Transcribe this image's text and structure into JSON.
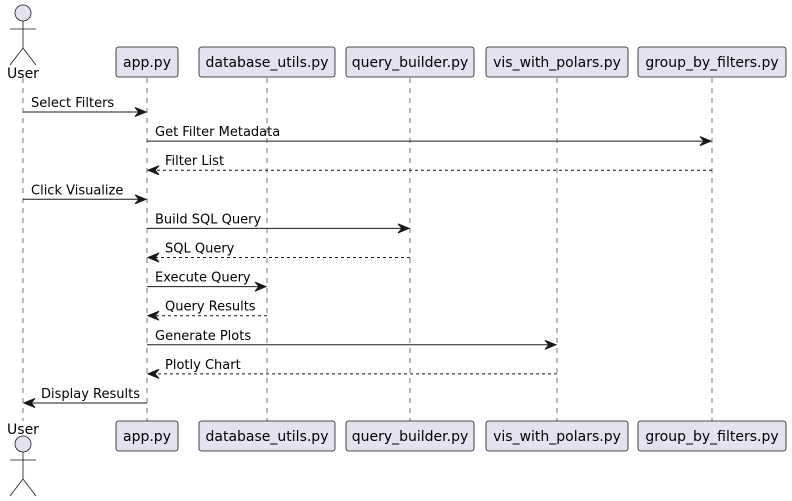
{
  "participants": [
    {
      "id": "user",
      "label": "User",
      "kind": "actor"
    },
    {
      "id": "app",
      "label": "app.py",
      "kind": "participant"
    },
    {
      "id": "db",
      "label": "database_utils.py",
      "kind": "participant"
    },
    {
      "id": "qb",
      "label": "query_builder.py",
      "kind": "participant"
    },
    {
      "id": "vis",
      "label": "vis_with_polars.py",
      "kind": "participant"
    },
    {
      "id": "gbf",
      "label": "group_by_filters.py",
      "kind": "participant"
    }
  ],
  "messages": [
    {
      "from": "user",
      "to": "app",
      "label": "Select Filters",
      "type": "sync"
    },
    {
      "from": "app",
      "to": "gbf",
      "label": "Get Filter Metadata",
      "type": "sync"
    },
    {
      "from": "gbf",
      "to": "app",
      "label": "Filter List",
      "type": "reply"
    },
    {
      "from": "user",
      "to": "app",
      "label": "Click Visualize",
      "type": "sync"
    },
    {
      "from": "app",
      "to": "qb",
      "label": "Build SQL Query",
      "type": "sync"
    },
    {
      "from": "qb",
      "to": "app",
      "label": "SQL Query",
      "type": "reply"
    },
    {
      "from": "app",
      "to": "db",
      "label": "Execute Query",
      "type": "sync"
    },
    {
      "from": "db",
      "to": "app",
      "label": "Query Results",
      "type": "reply"
    },
    {
      "from": "app",
      "to": "vis",
      "label": "Generate Plots",
      "type": "sync"
    },
    {
      "from": "vis",
      "to": "app",
      "label": "Plotly Chart",
      "type": "reply"
    },
    {
      "from": "app",
      "to": "user",
      "label": "Display Results",
      "type": "sync"
    }
  ],
  "colors": {
    "participant_fill": "#e2e2f0",
    "stroke": "#181818",
    "text": "#000000",
    "background": "#ffffff"
  }
}
